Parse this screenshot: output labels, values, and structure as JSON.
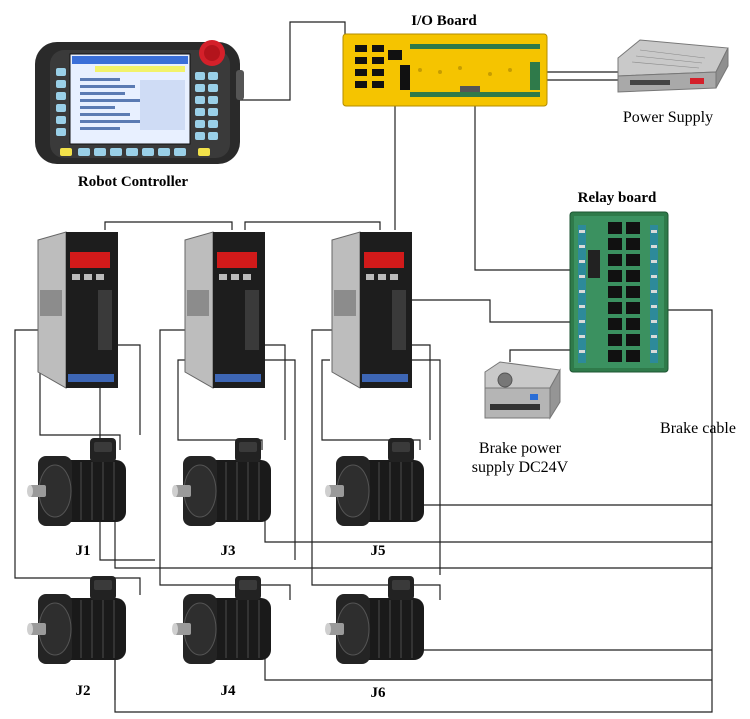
{
  "labels": {
    "io_board": "I/O Board",
    "power_supply": "Power Supply",
    "robot_controller": "Robot Controller",
    "relay_board": "Relay board",
    "brake_power_line1": "Brake power",
    "brake_power_line2": "supply DC24V",
    "brake_cable": "Brake cable"
  },
  "joints": [
    "J1",
    "J2",
    "J3",
    "J4",
    "J5",
    "J6"
  ],
  "colors": {
    "wire": "#222222",
    "io_board": "#f5c400",
    "relay_board": "#2f7a4a",
    "driver_body": "#1d1d1d",
    "driver_display": "#d11a1a",
    "motor": "#1a1a1a",
    "controller_screen": "#e8f0ff",
    "estop": "#d4202a"
  },
  "icons": {
    "robot_controller": "teach-pendant-icon",
    "io_board": "circuit-board-icon",
    "power_supply": "power-supply-icon",
    "relay_board": "relay-board-icon",
    "brake_power_supply": "brake-psu-icon",
    "servo_driver": "servo-driver-icon",
    "servo_motor": "servo-motor-icon"
  }
}
